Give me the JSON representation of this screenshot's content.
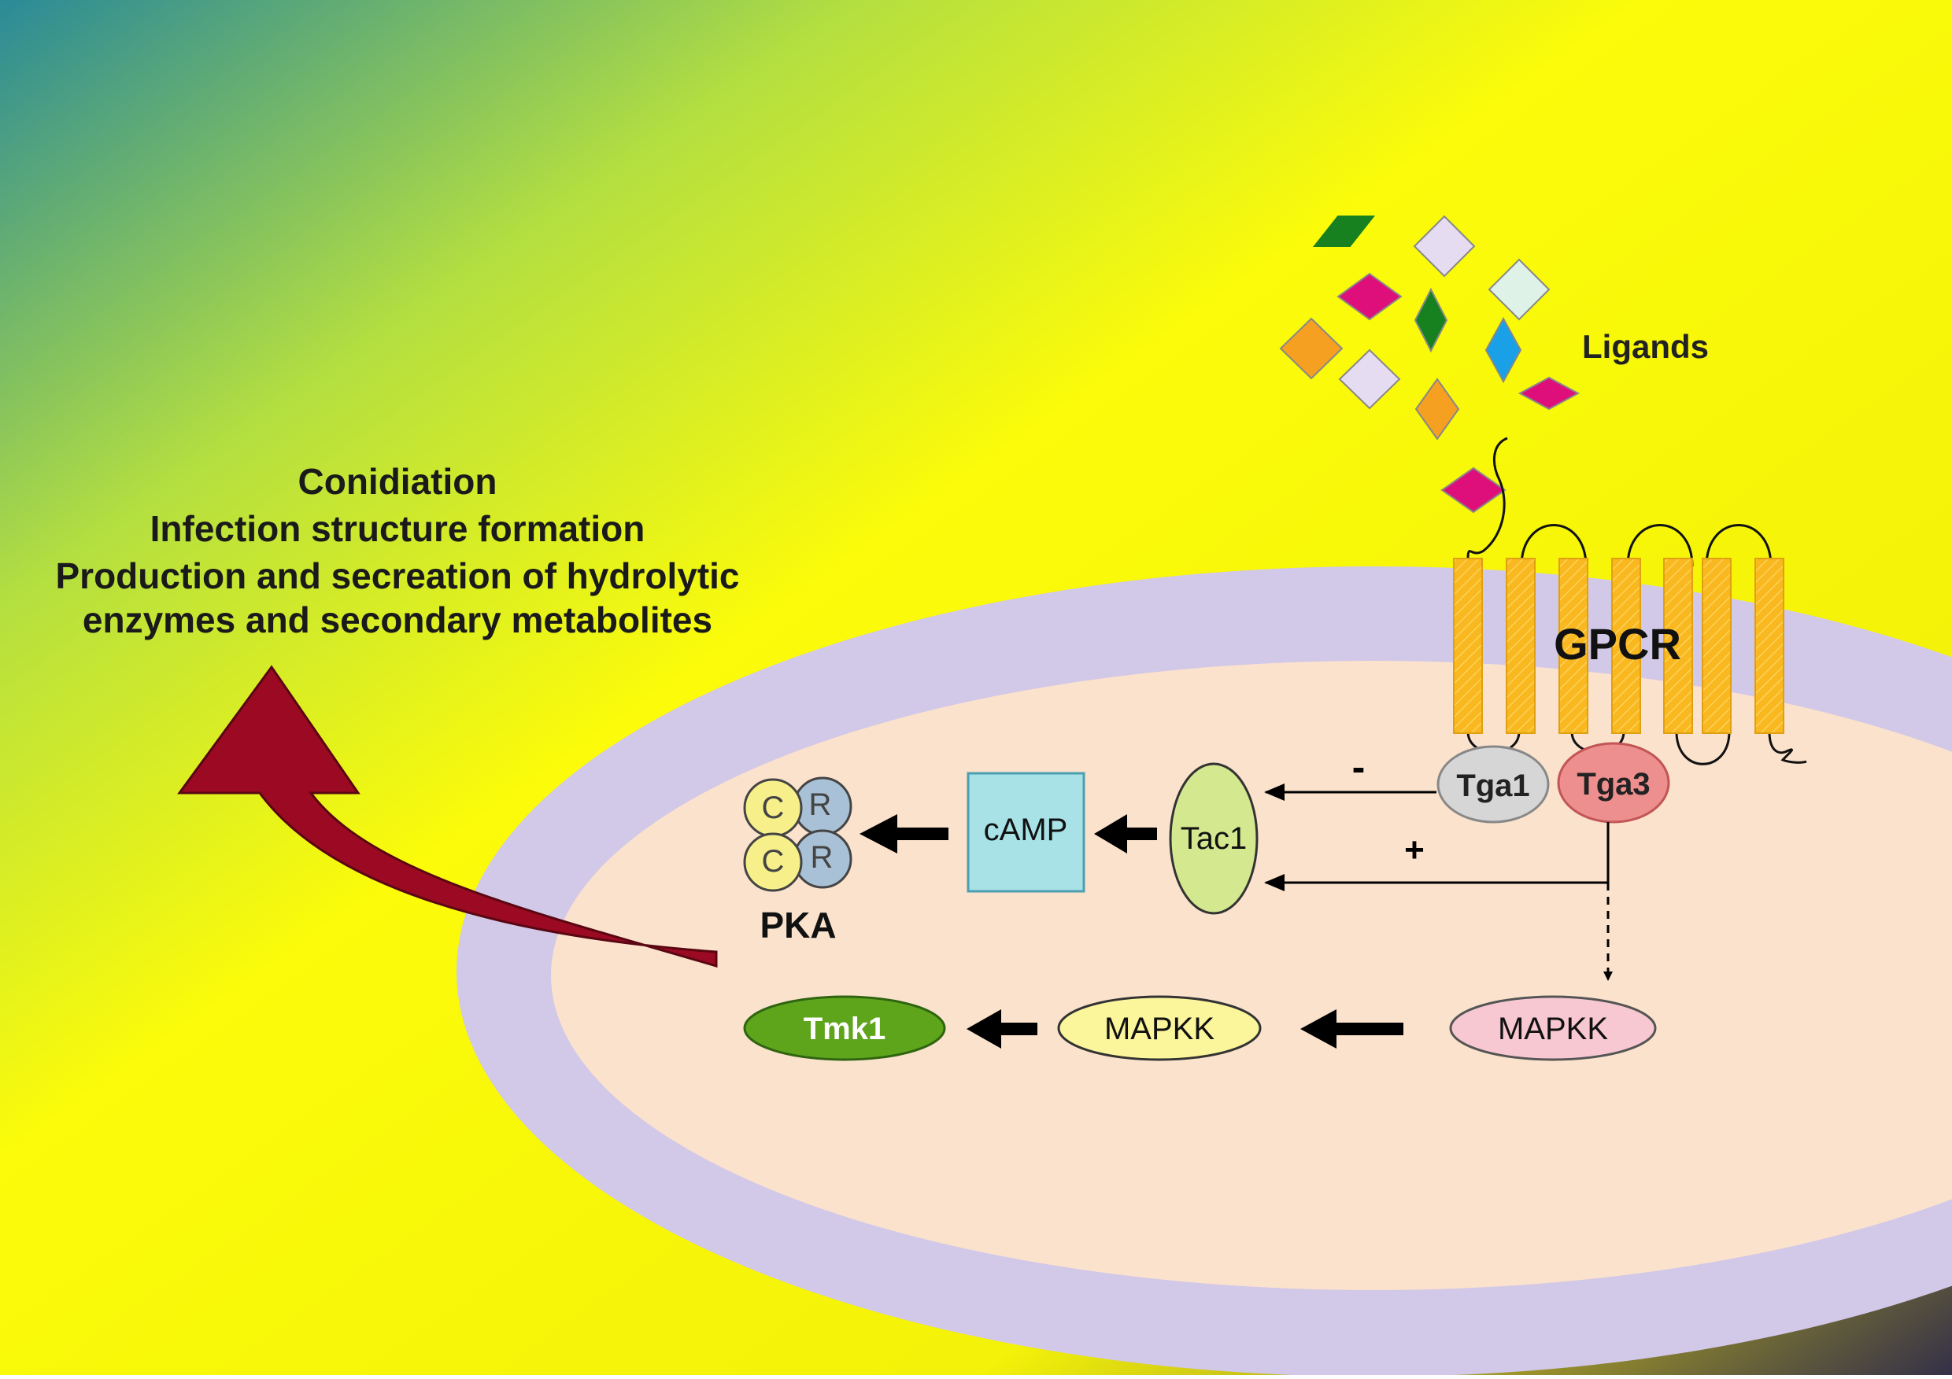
{
  "outcomes": {
    "line1": "Conidiation",
    "line2": "Infection structure formation",
    "line3": "Production and secreation of hydrolytic",
    "line4": "enzymes and secondary metabolites"
  },
  "ligands_label": "Ligands",
  "receptor_label": "GPCR",
  "g_alpha": {
    "tga1": "Tga1",
    "tga3": "Tga3"
  },
  "adenylate_cyclase": "Tac1",
  "second_messenger": "cAMP",
  "pka": {
    "label": "PKA",
    "catalytic": "C",
    "regulatory": "R"
  },
  "mapk_cascade": {
    "upstream": "MAPKK",
    "middle": "MAPKK",
    "terminal": "Tmk1"
  },
  "signs": {
    "inhibition": "-",
    "activation": "+"
  },
  "colors": {
    "membrane": "#d2c8e8",
    "cytoplasm": "#fbe2cc",
    "gpcr": "#f9b81f",
    "big_arrow": "#9b0a22",
    "tga1": "#d6d6d6",
    "tga3": "#ee8f8f",
    "tac1": "#d4e88f",
    "camp": "#a8e2e6",
    "pka_c": "#f7f08a",
    "pka_r": "#a9c1d6",
    "mapkk_upstream": "#f8c8d2",
    "mapkk_middle": "#fbf59c",
    "tmk1": "#5ea51c"
  }
}
